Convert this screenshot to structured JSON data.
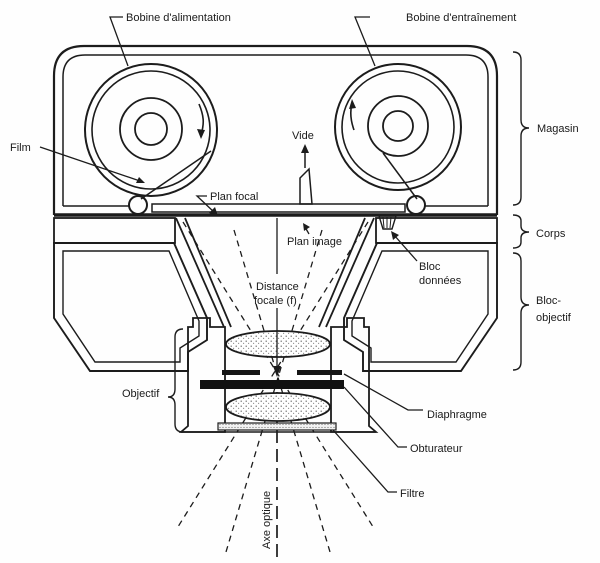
{
  "figure": {
    "type": "technical-diagram",
    "subject": "Coupe schématique d'une caméra aérienne (magasin, corps, bloc-objectif)",
    "colors": {
      "ink": "#1c1c1c",
      "background": "#fefefe",
      "shutter_fill": "#111111"
    },
    "labels": {
      "supply_reel": "Bobine d'alimentation",
      "takeup_reel": "Bobine d'entraînement",
      "film": "Film",
      "vacuum": "Vide",
      "focal_plane": "Plan focal",
      "image_plane": "Plan image",
      "focal_distance_line1": "Distance",
      "focal_distance_line2": "focale (f)",
      "data_block_line1": "Bloc",
      "data_block_line2": "données",
      "magazine": "Magasin",
      "body": "Corps",
      "lens_block_line1": "Bloc-",
      "lens_block_line2": "objectif",
      "lens_assembly": "Objectif",
      "diaphragm": "Diaphragme",
      "shutter": "Obturateur",
      "filter": "Filtre",
      "optical_axis": "Axe optique"
    }
  }
}
